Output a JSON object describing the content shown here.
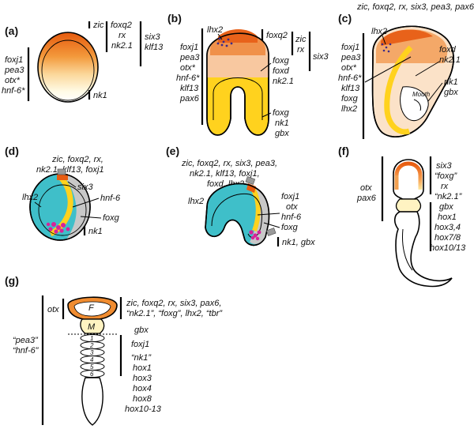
{
  "panels": {
    "a": {
      "label": "(a)",
      "left_genes": [
        "foxj1",
        "pea3",
        "otx*",
        "hnf-6*"
      ],
      "gene_zic": "zic",
      "mid_genes": [
        "foxq2",
        "rx",
        "nk2.1"
      ],
      "right_genes": [
        "six3",
        "klf13"
      ],
      "bottom_gene": "nk1"
    },
    "b": {
      "label": "(b)",
      "lhx2": "lhx2",
      "top_gene": "foxq2",
      "zic_rx": [
        "zic",
        "rx"
      ],
      "six3": "six3",
      "left_genes": [
        "foxj1",
        "pea3",
        "otx*",
        "hnf-6*",
        "klf13",
        "pax6"
      ],
      "inner_genes": [
        "foxg",
        "foxd",
        "nk2.1"
      ],
      "bottom_genes": [
        "foxg",
        "nk1",
        "gbx"
      ]
    },
    "c": {
      "label": "(c)",
      "top_text": "zic, foxq2, rx, six3, pea3, pax6",
      "lhx2": "lhx2",
      "left_genes": [
        "foxj1",
        "pea3",
        "otx*",
        "hnf-6*",
        "klf13",
        "foxg",
        "lhx2"
      ],
      "foxd_nk21": [
        "foxd",
        "nk2.1"
      ],
      "mouth": "Mouth",
      "nk1_gbx": [
        "nk1",
        "gbx"
      ]
    },
    "d": {
      "label": "(d)",
      "top_text": [
        "zic, foxq2, rx,",
        "nk2.1, klf13, foxj1"
      ],
      "six3": "six3",
      "lhx2": "lhx2",
      "hnf6": "hnf-6",
      "foxg": "foxg",
      "nk1": "nk1"
    },
    "e": {
      "label": "(e)",
      "top_text": [
        "zic, foxq2, rx, six3, pea3,",
        "nk2.1, klf13, foxj1,",
        "foxd, lhx2"
      ],
      "lhx2": "lhx2",
      "right_genes": [
        "foxj1",
        "otx",
        "hnf-6",
        "foxg"
      ],
      "bottom": "nk1, gbx"
    },
    "f": {
      "label": "(f)",
      "left_genes": [
        "otx",
        "pax6"
      ],
      "top_right": [
        "six3",
        "“foxg”",
        "rx",
        "“nk2.1”"
      ],
      "bottom_right": [
        "gbx",
        "hox1",
        "hox3,4",
        "hox7/8",
        "hox10/13"
      ]
    },
    "g": {
      "label": "(g)",
      "otx": "otx",
      "F": "F",
      "M": "M",
      "top_text": [
        "zic, foxq2, rx, six3, pax6,",
        "“nk2.1”,  “foxg”, lhx2, “tbr”"
      ],
      "left_genes": [
        "“pea3”",
        "“hnf-6”"
      ],
      "gbx": "gbx",
      "right_genes": [
        "foxj1",
        "“nk1”",
        "hox1",
        "hox3",
        "hox4",
        "hox8",
        "hox10-13"
      ],
      "segments": [
        "1",
        "2",
        "3",
        "4",
        "5",
        "6"
      ]
    }
  },
  "colors": {
    "orange_dark": "#e85c10",
    "orange": "#f08c30",
    "peach": "#f6c498",
    "peach_light": "#fbe2c8",
    "yellow": "#ffd21e",
    "yellow_light": "#fff3c2",
    "teal": "#3fbfc9",
    "gray": "#c8c8c8",
    "magenta": "#d6229a",
    "purple": "#3a2a8a"
  }
}
